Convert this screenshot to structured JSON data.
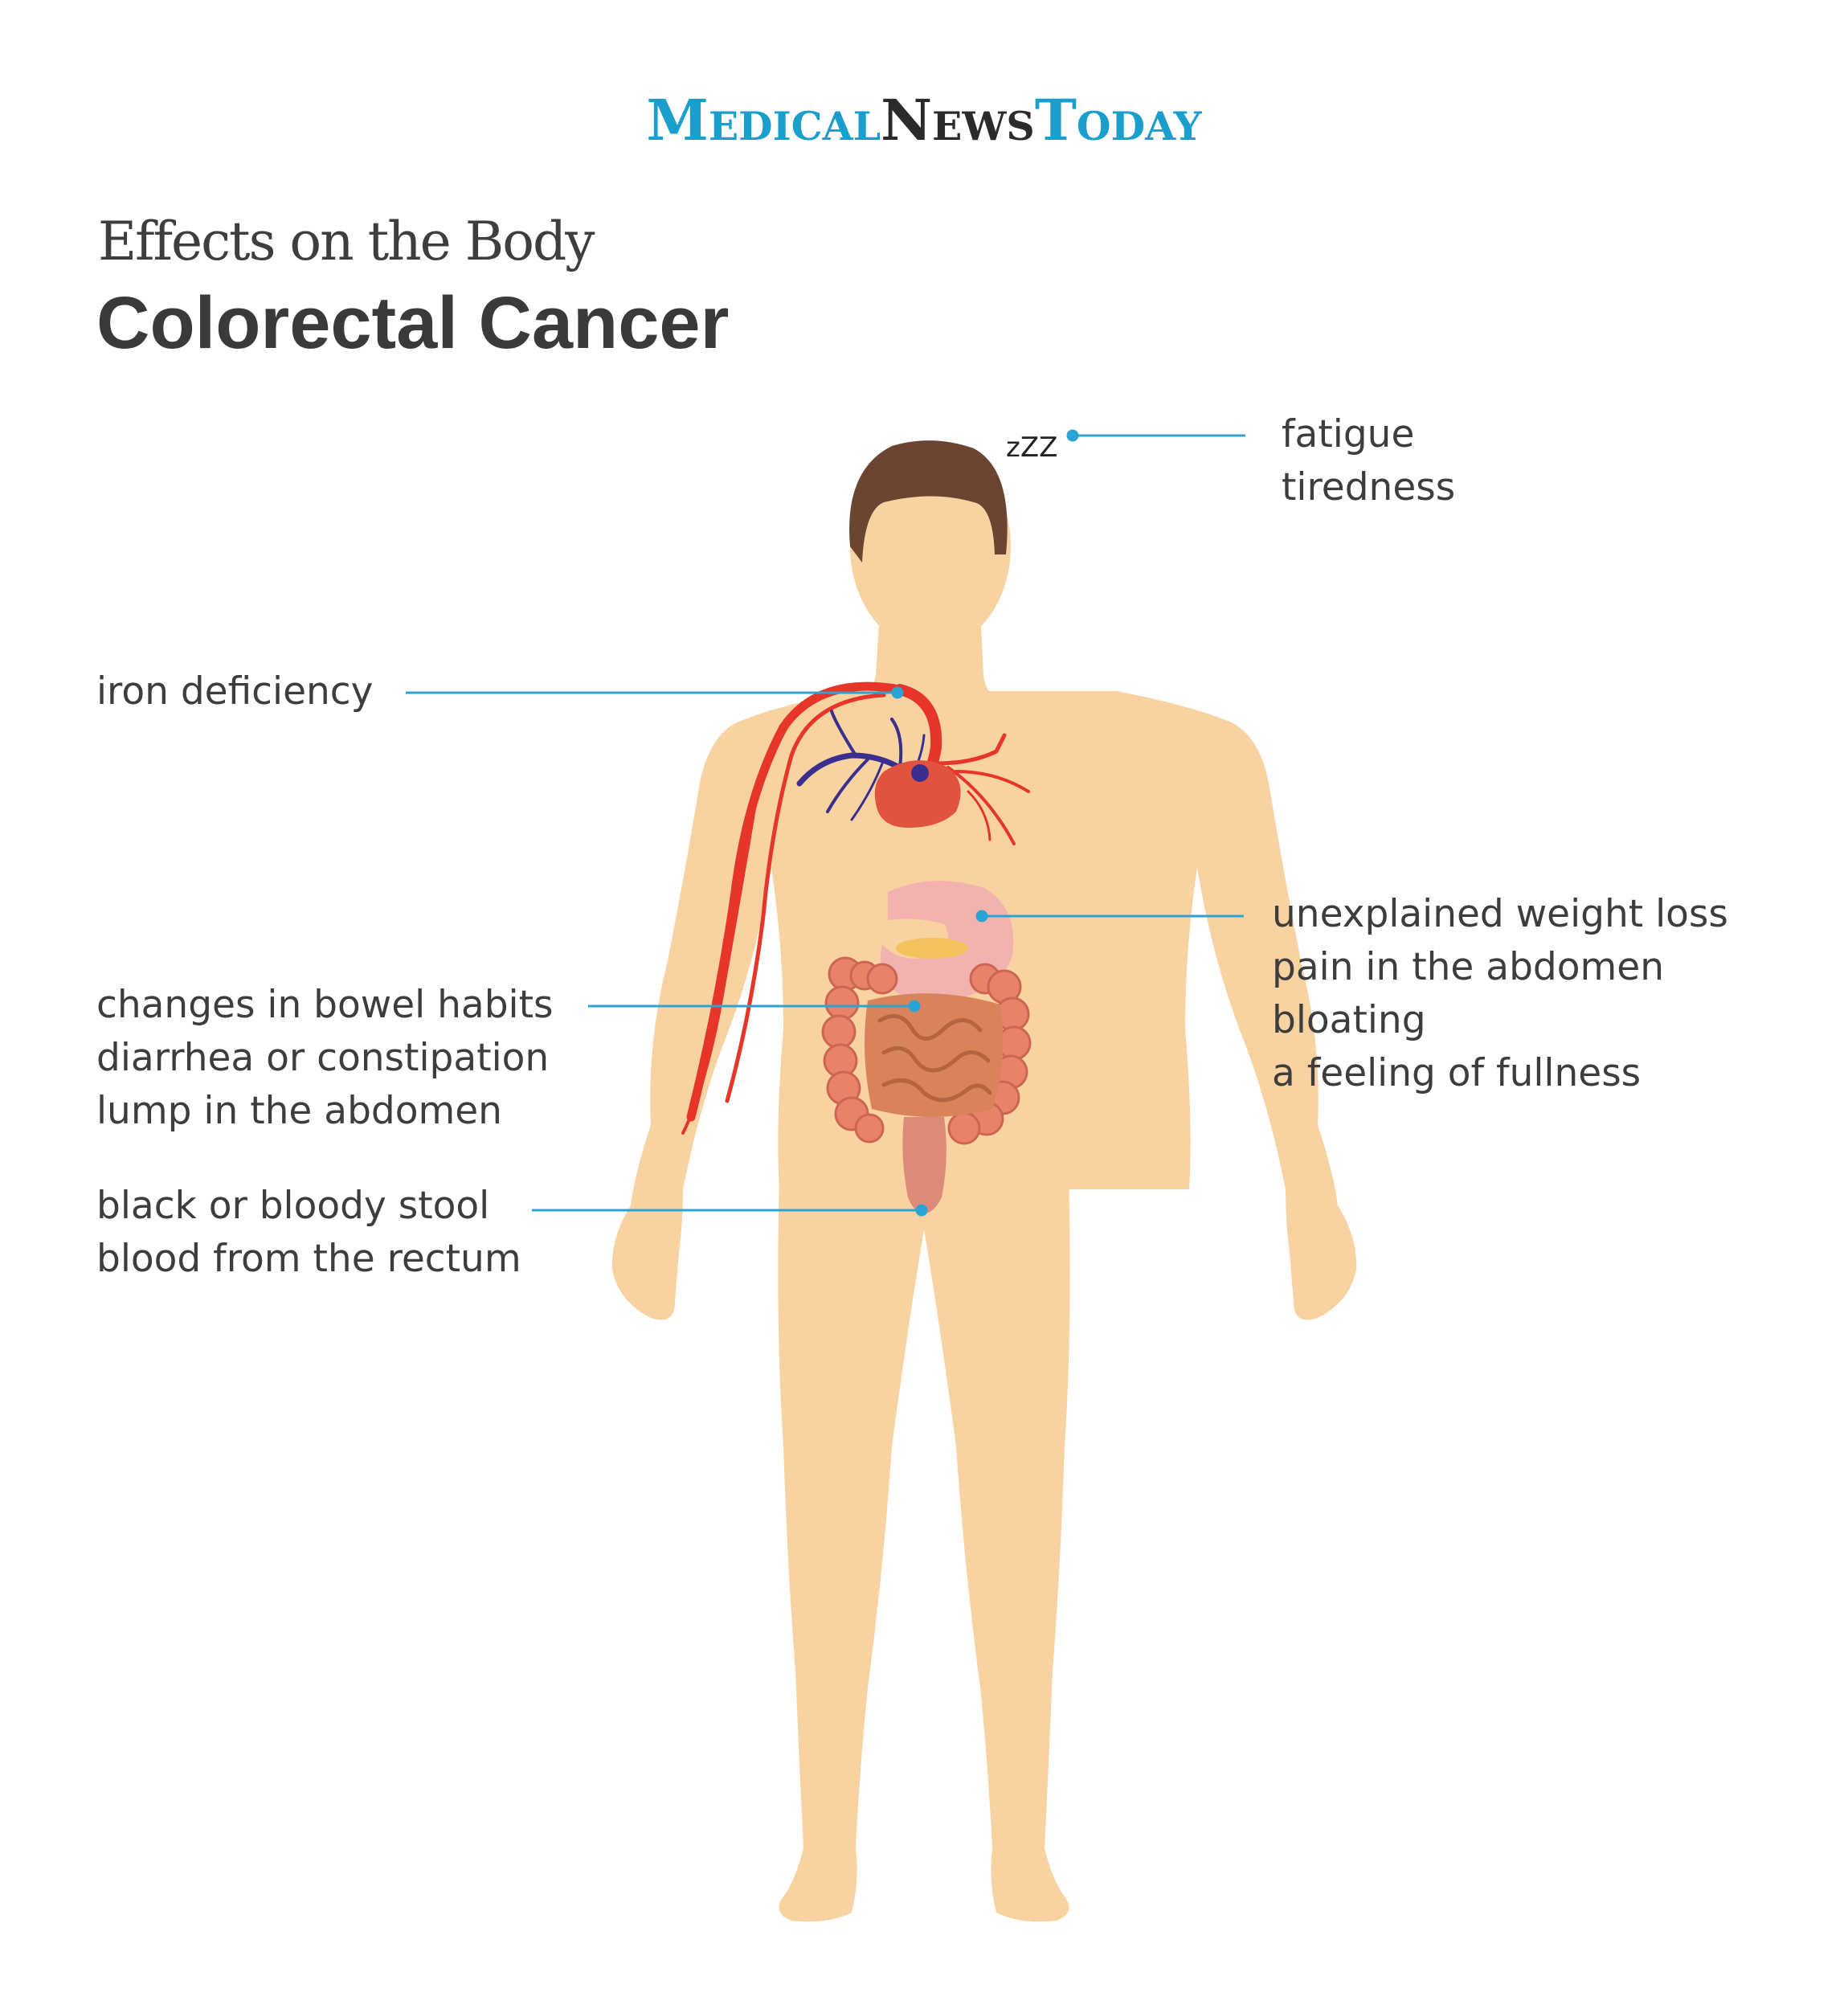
{
  "brand": {
    "part1": "Medical",
    "part2": "News",
    "part3": "Today"
  },
  "heading": {
    "subtitle": "Effects on the Body",
    "title": "Colorectal Cancer"
  },
  "sleep_symbol": "zZZ",
  "callouts": {
    "head": [
      "fatigue",
      "tiredness"
    ],
    "heart": [
      "iron deficiency"
    ],
    "stomach": [
      "unexplained weight loss",
      "pain in the abdomen",
      "bloating",
      "a feeling of fullness"
    ],
    "bowel": [
      "changes in bowel habits",
      "diarrhea or constipation",
      "lump in the abdomen"
    ],
    "rectum": [
      "black or bloody stool",
      "blood from the rectum"
    ]
  },
  "colors": {
    "brand_blue": "#1a9fcd",
    "leader_line": "#2ba3d3",
    "skin": "#f8d3a1",
    "hair": "#6b4532",
    "artery": "#e8352a",
    "vein": "#3a2f8f",
    "heart": "#e2533f",
    "stomach": "#f2b3b0",
    "colon": "#e8826b",
    "small_intestine": "#d9835a",
    "rectum": "#de8a78"
  }
}
